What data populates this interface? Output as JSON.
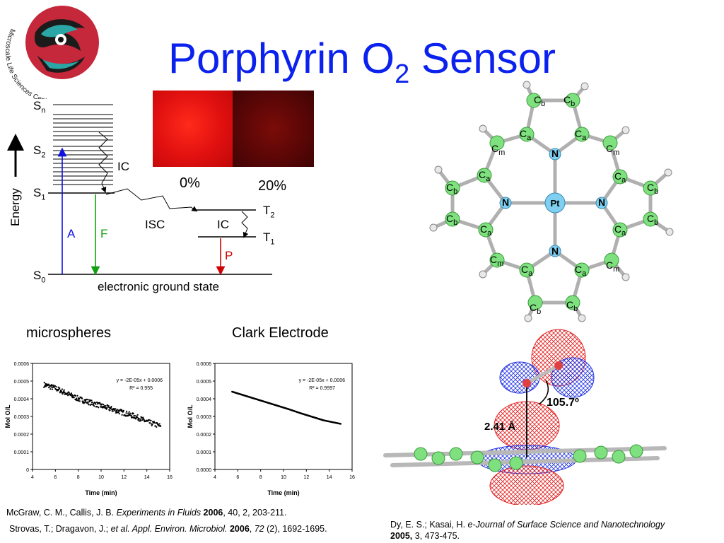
{
  "title": {
    "main": "Porphyrin O",
    "sub": "2",
    "end": " Sensor"
  },
  "logo": {
    "text": "Microscale Life Sciences Center"
  },
  "photo_labels": {
    "left": "0%",
    "right": "20%"
  },
  "jablonski": {
    "energy_label": "Energy",
    "levels": {
      "sn": "S",
      "sn_sub": "n",
      "s2": "S",
      "s2_sub": "2",
      "s1": "S",
      "s1_sub": "1",
      "s0": "S",
      "s0_sub": "0",
      "t2": "T",
      "t2_sub": "2",
      "t1": "T",
      "t1_sub": "1"
    },
    "transitions": {
      "a": "A",
      "f": "F",
      "p": "P",
      "ic1": "IC",
      "ic2": "IC",
      "isc": "ISC"
    },
    "ground_state": "electronic ground state",
    "colors": {
      "A": "#1010e0",
      "F": "#10a010",
      "P": "#d00000"
    }
  },
  "section_labels": {
    "left": "microspheres",
    "right": "Clark Electrode"
  },
  "molecule": {
    "center": "Pt",
    "nitrogen": "N",
    "atom_labels": [
      "C",
      "b",
      "a",
      "m"
    ],
    "colors": {
      "carbon": "#7ee07e",
      "nitrogen": "#7ecff0",
      "hydrogen": "#e8e8e8"
    }
  },
  "orbital": {
    "distance": "2.41 Å",
    "angle": "105.7º"
  },
  "chart_data": [
    {
      "type": "scatter",
      "title": "",
      "xlabel": "Time (min)",
      "ylabel": "Mol O/L",
      "xlim": [
        4,
        16
      ],
      "ylim": [
        0,
        0.0006
      ],
      "xticks": [
        "4",
        "6",
        "8",
        "10",
        "12",
        "14",
        "16"
      ],
      "yticks": [
        "0",
        "0.0001",
        "0.0002",
        "0.0003",
        "0.0004",
        "0.0005",
        "0.0006"
      ],
      "equation": "y = -2E-05x + 0.0006",
      "r2": "R² = 0.955",
      "series": [
        {
          "x": [
            5.0,
            6.0,
            7.0,
            8.0,
            9.0,
            10.0,
            11.0,
            12.0,
            13.0,
            14.0,
            15.2
          ],
          "y": [
            0.00048,
            0.00046,
            0.00043,
            0.0004,
            0.00038,
            0.00036,
            0.00034,
            0.00032,
            0.0003,
            0.00027,
            0.000245
          ]
        }
      ]
    },
    {
      "type": "scatter",
      "title": "",
      "xlabel": "Time (min)",
      "ylabel": "Mol O/L",
      "xlim": [
        4,
        16
      ],
      "ylim": [
        0,
        0.0006
      ],
      "xticks": [
        "4",
        "6",
        "8",
        "10",
        "12",
        "14",
        "16"
      ],
      "yticks": [
        "0.0000",
        "0.0001",
        "0.0002",
        "0.0003",
        "0.0004",
        "0.0005",
        "0.0006"
      ],
      "equation": "y = -2E-05x + 0.0006",
      "r2": "R² = 0.9997",
      "series": [
        {
          "x": [
            5.5,
            6.5,
            7.5,
            8.5,
            9.5,
            10.5,
            11.5,
            12.5,
            13.5,
            15.0
          ],
          "y": [
            0.00044,
            0.00042,
            0.0004,
            0.00038,
            0.00036,
            0.00034,
            0.000318,
            0.000298,
            0.000278,
            0.000258
          ]
        }
      ]
    }
  ],
  "citations": {
    "c1_pre": "McGraw, C. M., Callis, J. B. ",
    "c1_journal": "Experiments in Fluids",
    "c1_year": " 2006",
    "c1_post": ", 40, 2, 203-211.",
    "c2_pre": "Strovas, T.; Dragavon, J.; ",
    "c2_etal": "et al. Appl. Environ. Microbiol.",
    "c2_year": "  2006",
    "c2_sep": ", ",
    "c2_vol": "72",
    "c2_post": " (2), 1692-1695.",
    "c3_pre": "Dy, E. S.; Kasai, H.  ",
    "c3_journal": "e-Journal of Surface Science and Nanotechnology",
    "c3_year": "2005,",
    "c3_post": " 3, 473-475."
  }
}
